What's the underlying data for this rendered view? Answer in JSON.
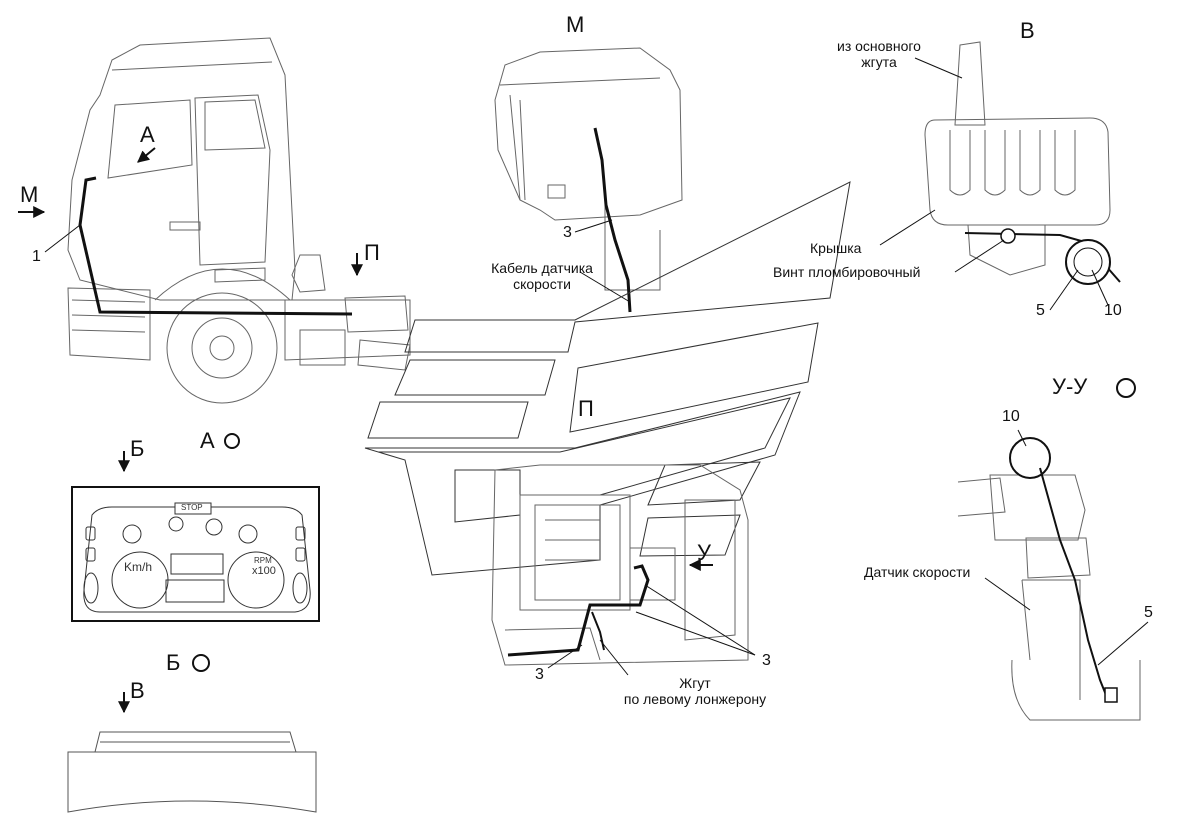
{
  "view_labels": {
    "m_view": "М",
    "b_view": "В",
    "a_mark": "А",
    "m_arrow": "М",
    "p_arrow": "П",
    "a_view": "А",
    "b_arrow": "Б",
    "p_view": "П",
    "u_arrow": "У",
    "b_view_title": "Б",
    "v_arrow": "В",
    "uu_view": "У-У"
  },
  "callouts": {
    "c1": "1",
    "c3_m": "3",
    "c3_p_left": "3",
    "c3_p_right": "3",
    "c5_b": "5",
    "c10_b": "10",
    "c10_uu": "10",
    "c5_uu": "5"
  },
  "notes": {
    "from_main_line1": "из основного",
    "from_main_line2": "жгута",
    "cover": "Крышка",
    "seal_screw": "Винт пломбировочный",
    "speed_cable_line1": "Кабель датчика",
    "speed_cable_line2": "скорости",
    "harness_line1": "Жгут",
    "harness_line2": "по левому лонжерону",
    "speed_sensor": "Датчик скорости"
  },
  "dashboard": {
    "stop": "STOP",
    "kmh": "Km/h",
    "rpm": "RPM",
    "x100": "x100"
  }
}
